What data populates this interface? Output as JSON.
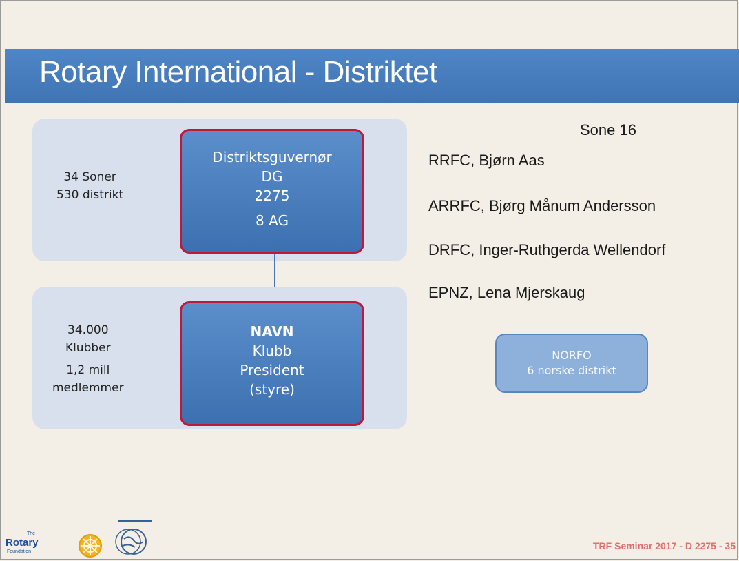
{
  "slide": {
    "title": "Rotary International - Distriktet",
    "footer": "TRF Seminar 2017 - D 2275 - 35"
  },
  "left_panel_top": {
    "line1": "34 Soner",
    "line2": "530 distrikt"
  },
  "box_top": {
    "line1": "Distriktsguvernør",
    "line2": "DG",
    "line3": "2275",
    "line4": "8 AG"
  },
  "left_panel_bottom": {
    "line1": "34.000",
    "line2": "Klubber",
    "line3": "1,2 mill",
    "line4": "medlemmer"
  },
  "box_bottom": {
    "line1": "NAVN",
    "line2": "Klubb",
    "line3": "President",
    "line4": "(styre)"
  },
  "right_column": {
    "heading": "Sone 16",
    "rows": [
      "RRFC, Bjørn Aas",
      "ARRFC,  Bjørg Månum Andersson",
      "DRFC, Inger-Ruthgerda Wellendorf",
      "EPNZ, Lena Mjerskaug"
    ]
  },
  "norfo": {
    "line1": "NORFO",
    "line2": "6 norske distrikt"
  },
  "logos": {
    "rotary_small_top": "The",
    "rotary_word": "Rotary",
    "rotary_small_bottom": "Foundation",
    "rotary_icon": "rotary-wheel-icon",
    "trf_icon": "globe-logo-icon"
  },
  "colors": {
    "title_bar": "#4f86c6",
    "box_fill": "#4a7dbf",
    "box_border": "#c0183a",
    "panel": "#d8e0ee",
    "footer_text": "#e0706a"
  }
}
